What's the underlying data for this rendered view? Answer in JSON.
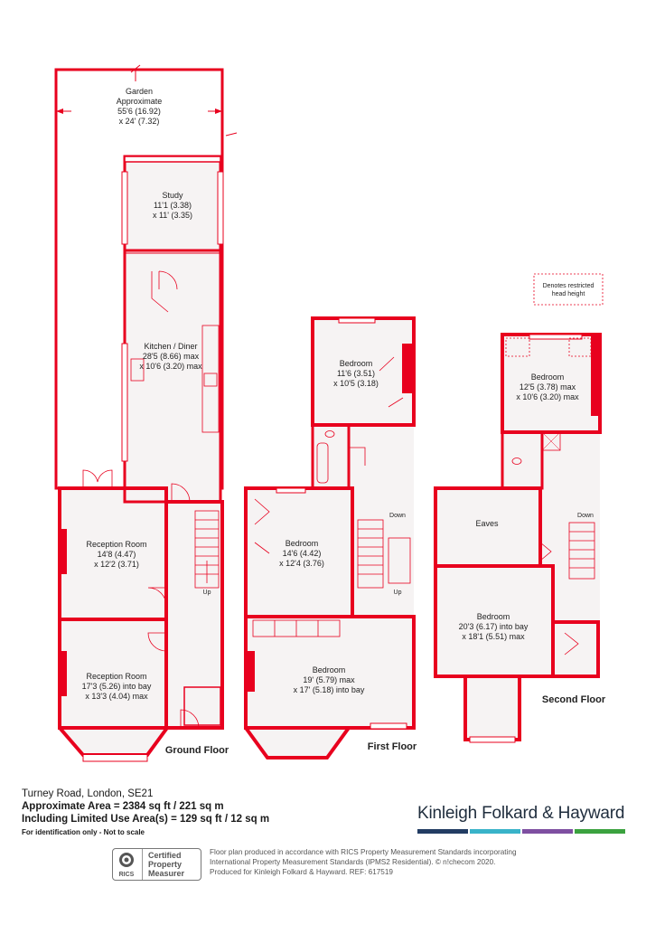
{
  "colors": {
    "wall": "#e8001e",
    "floor": "#f6f3f3",
    "text": "#222222",
    "accent_blue": "#223c63",
    "accent_teal": "#39b3c9",
    "accent_purple": "#7e4fa1",
    "accent_green": "#3ba23f"
  },
  "rooms": {
    "garden": {
      "name": "Garden",
      "l2": "Approximate",
      "l3": "55'6 (16.92)",
      "l4": "x 24' (7.32)"
    },
    "study": {
      "name": "Study",
      "l2": "11'1 (3.38)",
      "l3": "x 11' (3.35)"
    },
    "kitchen": {
      "name": "Kitchen / Diner",
      "l2": "28'5 (8.66) max",
      "l3": "x 10'6 (3.20) max"
    },
    "reception1": {
      "name": "Reception Room",
      "l2": "14'8 (4.47)",
      "l3": "x 12'2 (3.71)"
    },
    "reception2": {
      "name": "Reception Room",
      "l2": "17'3 (5.26) into bay",
      "l3": "x 13'3 (4.04) max"
    },
    "ff_bed_top": {
      "name": "Bedroom",
      "l2": "11'6 (3.51)",
      "l3": "x 10'5 (3.18)"
    },
    "ff_bed_mid": {
      "name": "Bedroom",
      "l2": "14'6 (4.42)",
      "l3": "x 12'4 (3.76)"
    },
    "ff_bed_bot": {
      "name": "Bedroom",
      "l2": "19' (5.79) max",
      "l3": "x 17' (5.18) into bay"
    },
    "sf_bed_top": {
      "name": "Bedroom",
      "l2": "12'5 (3.78) max",
      "l3": "x 10'6 (3.20) max"
    },
    "sf_eaves": {
      "name": "Eaves"
    },
    "sf_bed_bot": {
      "name": "Bedroom",
      "l2": "20'3 (6.17) into bay",
      "l3": "x 18'1 (5.51) max"
    }
  },
  "stairs": {
    "up": "Up",
    "down": "Down"
  },
  "floors": {
    "ground": "Ground Floor",
    "first": "First Floor",
    "second": "Second Floor"
  },
  "legend": {
    "l1": "Denotes restricted",
    "l2": "head height"
  },
  "address": {
    "street": "Turney Road, London,  SE21",
    "area": "Approximate Area = 2384 sq ft / 221 sq m",
    "limited": "Including Limited Use Area(s) = 129 sq ft / 12 sq m",
    "note": "For identification only - Not to scale"
  },
  "brand": {
    "name": "Kinleigh Folkard & Hayward"
  },
  "rics": {
    "logo": "RICS",
    "l1": "Certified",
    "l2": "Property",
    "l3": "Measurer"
  },
  "disclaimer": {
    "l1": "Floor plan produced in accordance with RICS Property Measurement Standards incorporating",
    "l2": "International Property Measurement Standards (IPMS2 Residential).  © n!checom 2020.",
    "l3": "Produced for Kinleigh Folkard & Hayward.   REF: 617519"
  }
}
